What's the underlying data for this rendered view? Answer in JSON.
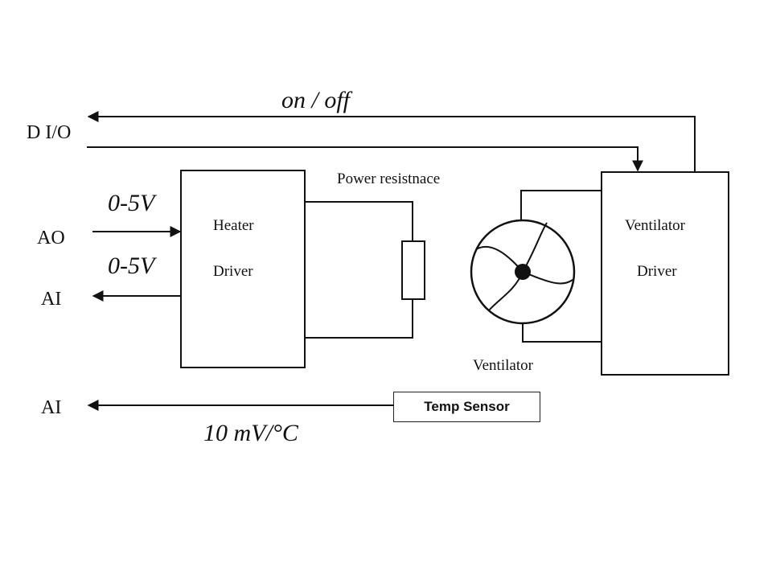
{
  "signals": {
    "dio": "D I/O",
    "ao": "AO",
    "ai_heater": "AI",
    "ai_temp": "AI",
    "on_off": "on / off",
    "ao_range": "0-5V",
    "ai_range": "0-5V",
    "temp_scale": "10 mV/°C"
  },
  "heater_driver": {
    "line1": "Heater",
    "line2": "Driver"
  },
  "ventilator_driver": {
    "line1": "Ventilator",
    "line2": "Driver"
  },
  "power_resistance_label": "Power resistnace",
  "ventilator_label": "Ventilator",
  "temp_sensor_label": "Temp Sensor"
}
